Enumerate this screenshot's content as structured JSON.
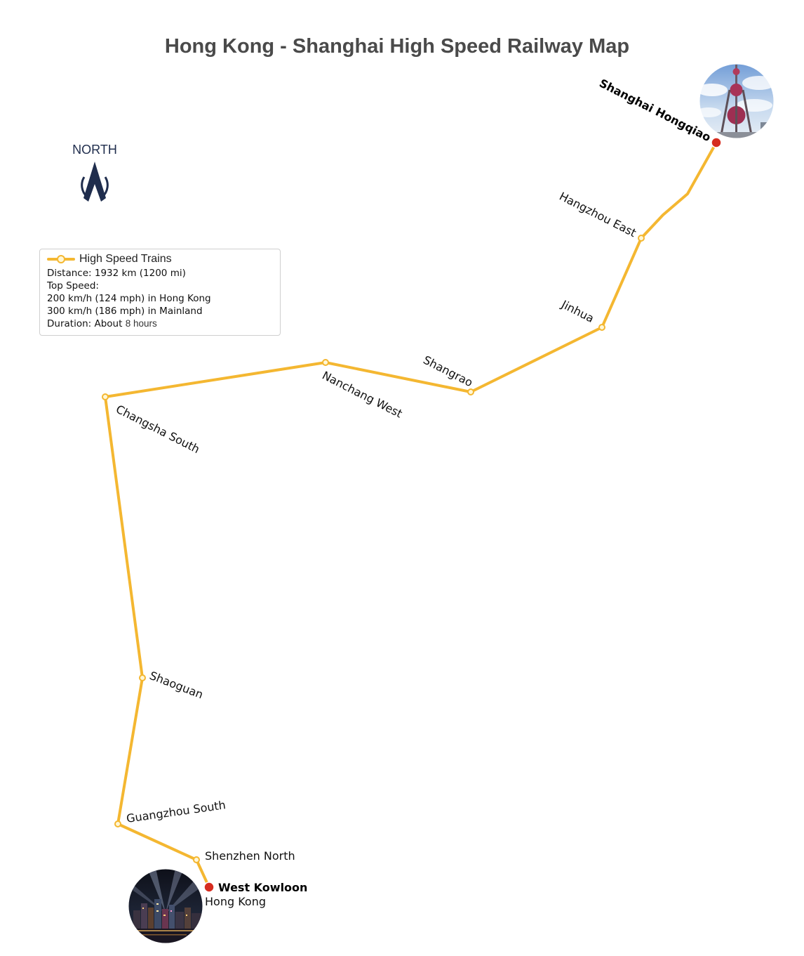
{
  "title": "Hong Kong - Shanghai High Speed Railway Map",
  "compass": {
    "label": "NORTH",
    "icon": "north-arrow-icon"
  },
  "legend": {
    "title": "High Speed Trains",
    "distance": "Distance: 1932 km (1200 mi)",
    "top_speed": "Top Speed:",
    "speed_hk": "200 km/h (124 mph) in Hong Kong",
    "speed_mainland": "300 km/h (186 mph) in Mainland",
    "duration_prefix": "Duration: About",
    "duration_value": "8 hours"
  },
  "colors": {
    "line": "#f4b731",
    "station_fill": "#fff7d6",
    "terminal": "#d62c1f",
    "title": "#4a4a4a",
    "compass": "#1f2d4d"
  },
  "route": {
    "stations": [
      {
        "name": "West Kowloon",
        "city": "Hong Kong",
        "terminal": true
      },
      {
        "name": "Shenzhen North"
      },
      {
        "name": "Guangzhou South"
      },
      {
        "name": "Shaoguan"
      },
      {
        "name": "Changsha South"
      },
      {
        "name": "Nanchang West"
      },
      {
        "name": "Shangrao"
      },
      {
        "name": "Jinhua"
      },
      {
        "name": "Hangzhou East"
      },
      {
        "name": "Shanghai Hongqiao",
        "terminal": true
      }
    ]
  },
  "photos": [
    {
      "subject": "hong-kong-night-skyline"
    },
    {
      "subject": "oriental-pearl-tower"
    }
  ]
}
